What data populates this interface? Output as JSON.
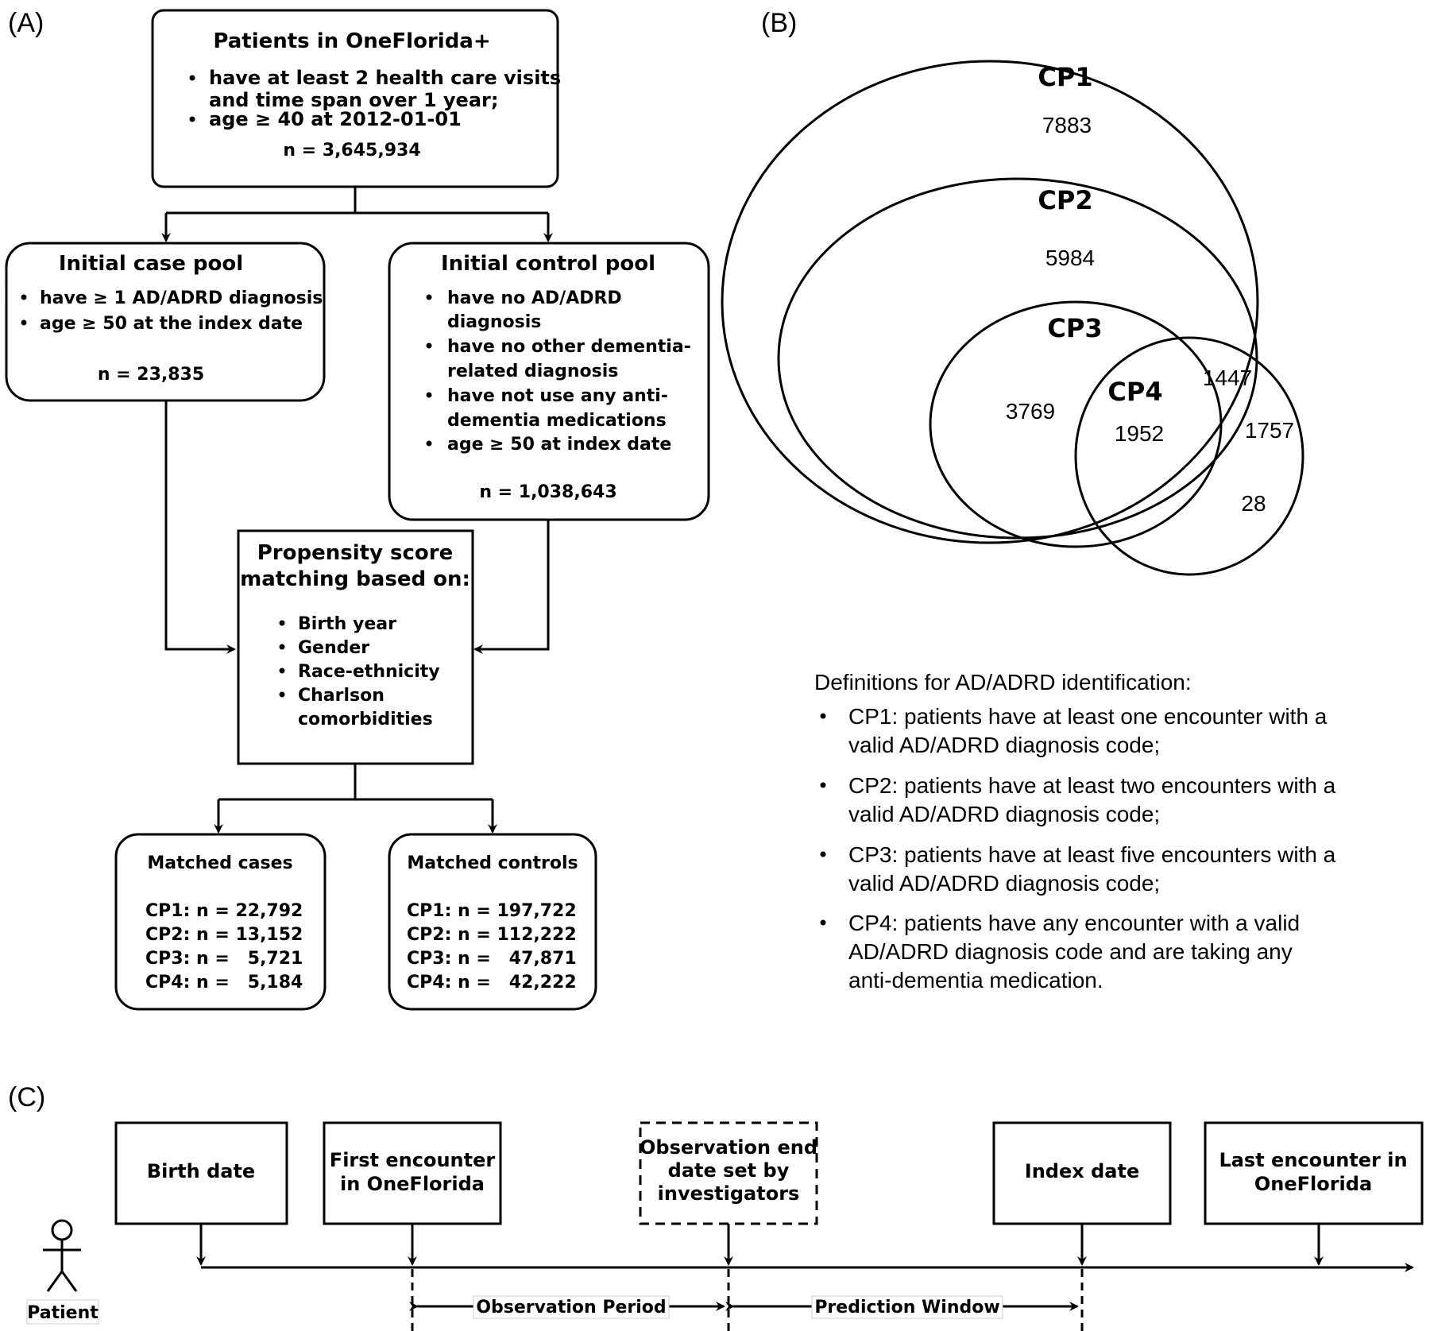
{
  "panels": {
    "a": "(A)",
    "b": "(B)",
    "c": "(C)"
  },
  "flow": {
    "top": {
      "title": "Patients in OneFlorida+",
      "bullets": [
        "have at least 2 health care visits",
        "and time span over 1 year;",
        "age ≥ 40 at 2012-01-01"
      ],
      "n": "n = 3,645,934"
    },
    "case_pool": {
      "title": "Initial case pool",
      "bullets": [
        "have ≥ 1 AD/ADRD diagnosis",
        "age ≥ 50 at the index date"
      ],
      "n": "n = 23,835"
    },
    "control_pool": {
      "title": "Initial control pool",
      "lines": [
        "have no AD/ADRD",
        "diagnosis",
        "have no other dementia-",
        "related diagnosis",
        "have not use any anti-",
        "dementia medications",
        "age ≥ 50 at index date"
      ],
      "n": "n = 1,038,643"
    },
    "psm": {
      "title1": "Propensity score",
      "title2": "matching based on:",
      "items": [
        "Birth year",
        "Gender",
        "Race-ethnicity",
        "Charlson",
        "comorbidities"
      ]
    },
    "matched_cases": {
      "title": "Matched cases",
      "rows": [
        "CP1: n = 22,792",
        "CP2: n = 13,152",
        "CP3: n =   5,721",
        "CP4: n =   5,184"
      ]
    },
    "matched_controls": {
      "title": "Matched controls",
      "rows": [
        "CP1: n = 197,722",
        "CP2: n = 112,222",
        "CP3: n =   47,871",
        "CP4: n =   42,222"
      ]
    }
  },
  "venn": {
    "cp1": "CP1",
    "cp1_n": "7883",
    "cp2": "CP2",
    "cp2_n": "5984",
    "cp3": "CP3",
    "cp3_n": "3769",
    "cp4": "CP4",
    "cp4_n": "1952",
    "n_1447": "1447",
    "n_1757": "1757",
    "n_28": "28"
  },
  "definitions": {
    "heading": "Definitions for AD/ADRD identification:",
    "items": [
      [
        "CP1: patients have at least one encounter with a",
        "valid AD/ADRD diagnosis code;"
      ],
      [
        "CP2: patients have at least two encounters with a",
        "valid AD/ADRD diagnosis code;"
      ],
      [
        "CP3: patients have at least five encounters with a",
        "valid AD/ADRD diagnosis code;"
      ],
      [
        "CP4: patients have any encounter with a valid",
        "AD/ADRD diagnosis code and are taking any",
        "anti-dementia medication."
      ]
    ]
  },
  "timeline": {
    "birth": "Birth date",
    "first1": "First encounter",
    "first2": "in OneFlorida",
    "obs1": "Observation end",
    "obs2": "date set by",
    "obs3": "investigators",
    "index": "Index date",
    "last1": "Last encounter in",
    "last2": "OneFlorida",
    "patient": "Patient",
    "obs_period": "Observation Period",
    "pred_window": "Prediction Window"
  }
}
